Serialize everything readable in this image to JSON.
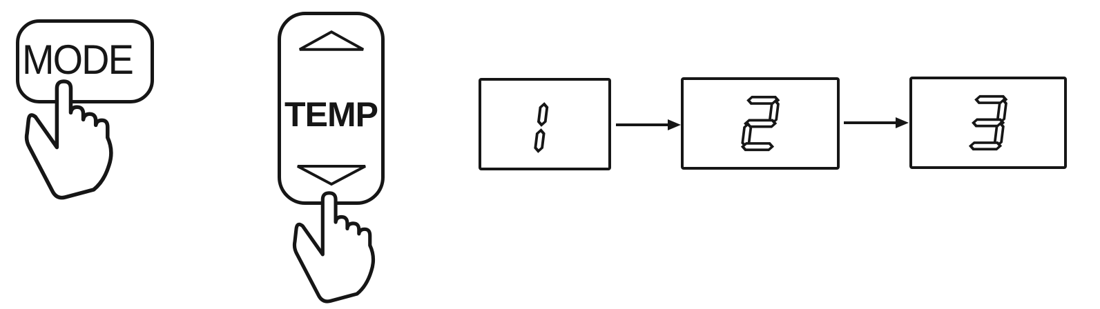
{
  "mode_button": {
    "label": "MODE"
  },
  "temp_button": {
    "label": "TEMP",
    "up_icon": "triangle-up",
    "down_icon": "triangle-down"
  },
  "displays": [
    {
      "value": "1"
    },
    {
      "value": "2"
    },
    {
      "value": "3"
    }
  ],
  "icons": {
    "hand": "pointing-hand",
    "flow": "right-arrow"
  },
  "colors": {
    "ink": "#161616",
    "background": "#ffffff"
  }
}
